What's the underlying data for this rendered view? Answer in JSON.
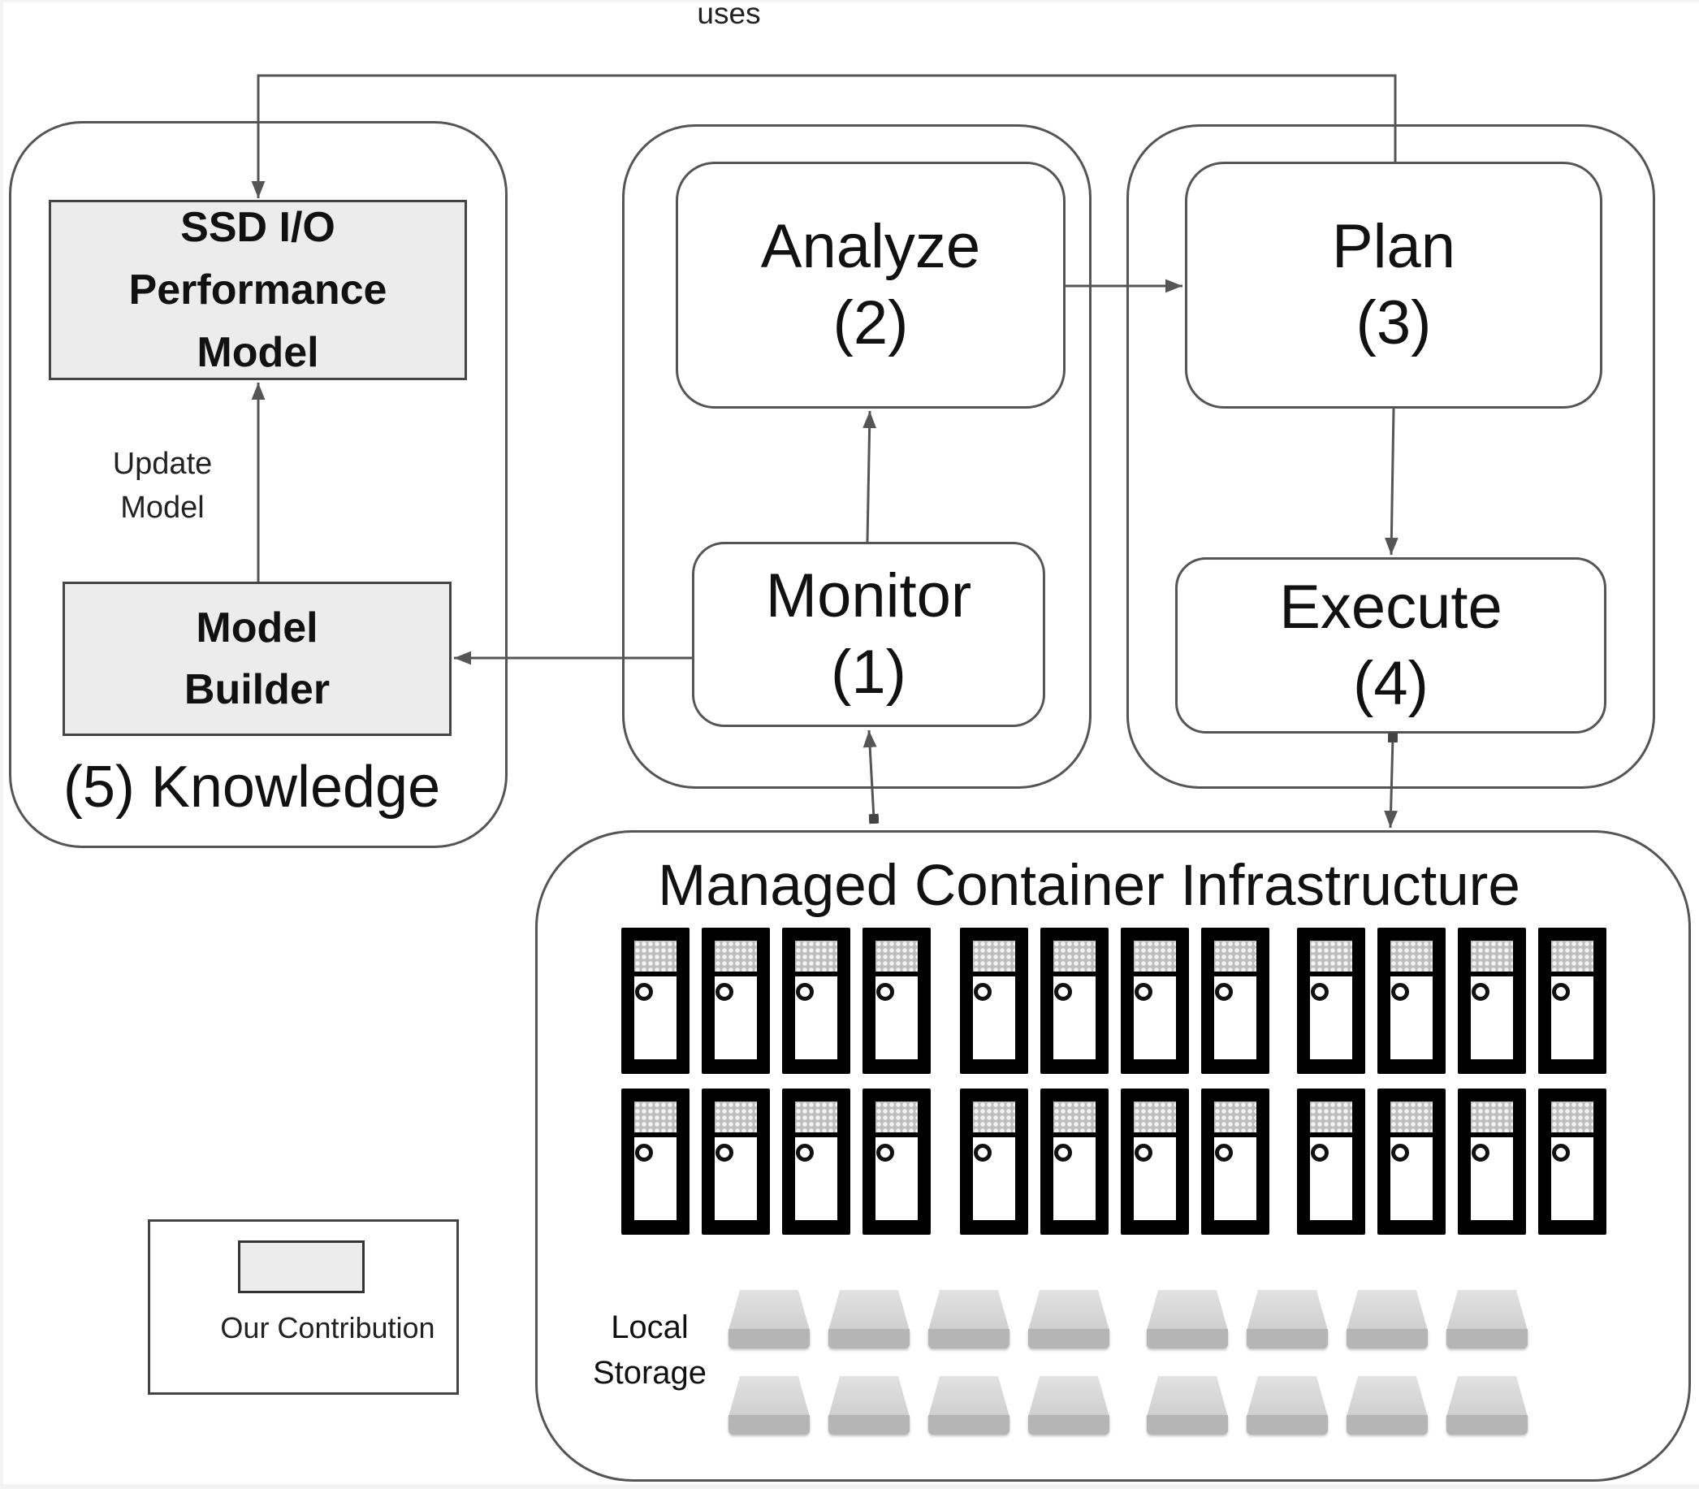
{
  "diagram": {
    "edge_labels": {
      "uses": "uses",
      "update_model": [
        "Update",
        "Model"
      ]
    },
    "knowledge": {
      "title": "(5) Knowledge",
      "ssd_model": [
        "SSD I/O",
        "Performance",
        "Model"
      ],
      "model_builder": [
        "Model",
        "Builder"
      ]
    },
    "mape": {
      "monitor": [
        "Monitor",
        "(1)"
      ],
      "analyze": [
        "Analyze",
        "(2)"
      ],
      "plan": [
        "Plan",
        "(3)"
      ],
      "execute": [
        "Execute",
        "(4)"
      ]
    },
    "infrastructure": {
      "title": "Managed Container Infrastructure",
      "server_groups": 3,
      "servers_per_group": 4,
      "server_rows": 2,
      "storage_label": [
        "Local",
        "Storage"
      ],
      "disk_groups": 2,
      "disks_per_group": 4,
      "disk_rows": 2
    },
    "legend": {
      "label": "Our Contribution",
      "swatch_color": "#ececec"
    },
    "edges": [
      {
        "from": "Plan",
        "to": "SSD I/O Performance Model",
        "label": "uses"
      },
      {
        "from": "Model Builder",
        "to": "SSD I/O Performance Model",
        "label": "Update Model"
      },
      {
        "from": "Monitor",
        "to": "Model Builder",
        "label": ""
      },
      {
        "from": "Monitor",
        "to": "Analyze",
        "label": ""
      },
      {
        "from": "Analyze",
        "to": "Plan",
        "label": ""
      },
      {
        "from": "Plan",
        "to": "Execute",
        "label": ""
      },
      {
        "from": "Managed Container Infrastructure",
        "to": "Monitor",
        "label": ""
      },
      {
        "from": "Execute",
        "to": "Managed Container Infrastructure",
        "label": ""
      }
    ]
  }
}
